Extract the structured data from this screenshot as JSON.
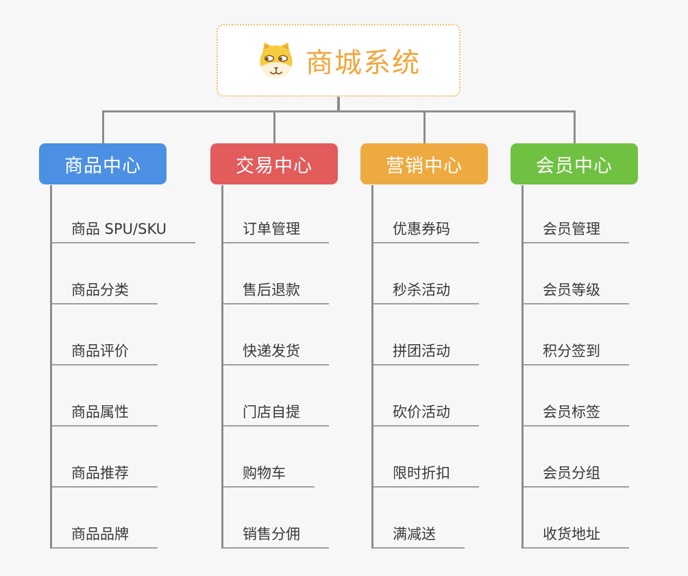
{
  "root": {
    "title": "商城系统",
    "icon": "dog-face-icon",
    "title_color": "#f1a53c",
    "border_color": "#f2bb61"
  },
  "colors": {
    "background": "#f7f7f7",
    "connector": "#8c8c8c",
    "leaf_underline": "#9e9e9e",
    "leaf_text": "#383838"
  },
  "branches": [
    {
      "label": "商品中心",
      "color": "#4b90e2",
      "children": [
        "商品 SPU/SKU",
        "商品分类",
        "商品评价",
        "商品属性",
        "商品推荐",
        "商品品牌"
      ]
    },
    {
      "label": "交易中心",
      "color": "#e25c5c",
      "children": [
        "订单管理",
        "售后退款",
        "快递发货",
        "门店自提",
        "购物车",
        "销售分佣"
      ]
    },
    {
      "label": "营销中心",
      "color": "#edaa40",
      "children": [
        "优惠券码",
        "秒杀活动",
        "拼团活动",
        "砍价活动",
        "限时折扣",
        "满减送"
      ]
    },
    {
      "label": "会员中心",
      "color": "#70c142",
      "children": [
        "会员管理",
        "会员等级",
        "积分签到",
        "会员标签",
        "会员分组",
        "收货地址"
      ]
    }
  ]
}
